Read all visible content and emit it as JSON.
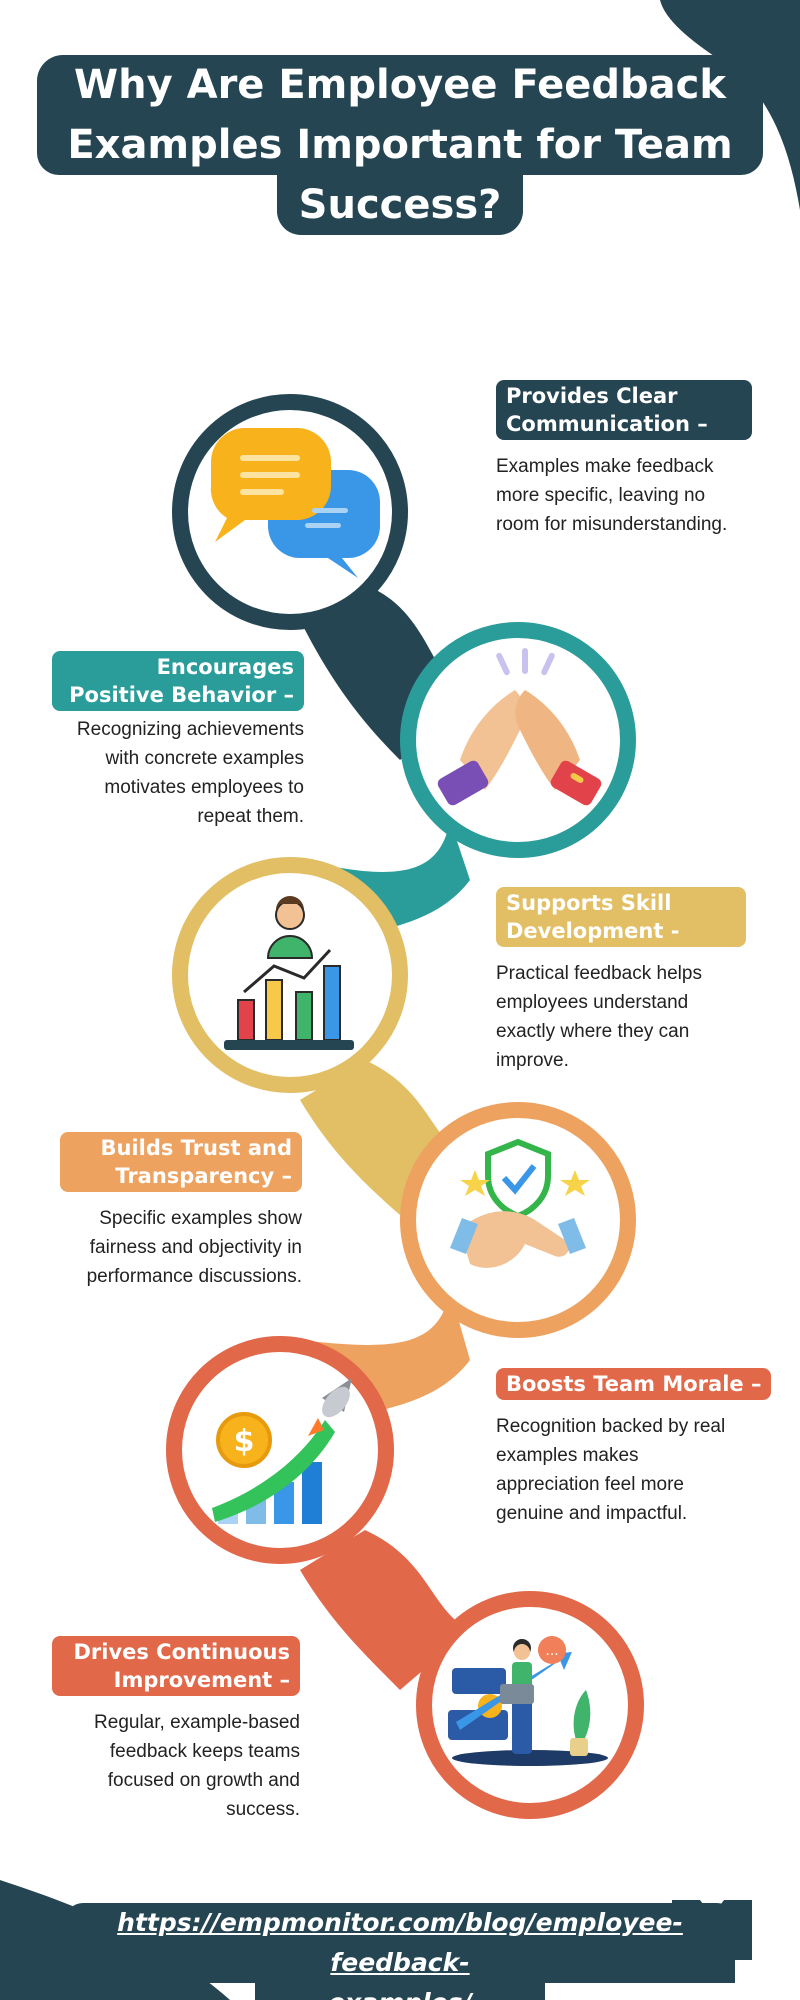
{
  "title": {
    "line1": "Why Are Employee Feedback",
    "line2": "Examples Important for Team",
    "line3": "Success?"
  },
  "steps": [
    {
      "heading": "Provides Clear Communication –",
      "description": "Examples make feedback more specific, leaving no room for misunderstanding.",
      "icon": "chat-bubbles-icon"
    },
    {
      "heading": "Encourages Positive Behavior –",
      "description": "Recognizing achievements with concrete examples motivates employees to repeat them.",
      "icon": "high-five-icon"
    },
    {
      "heading": "Supports Skill Development -",
      "description": "Practical feedback helps employees understand exactly where they can improve.",
      "icon": "growth-chart-icon"
    },
    {
      "heading": "Builds Trust and Transparency –",
      "description": "Specific examples show fairness and objectivity in performance discussions.",
      "icon": "handshake-shield-icon"
    },
    {
      "heading": "Boosts Team Morale –",
      "description": "Recognition backed by real examples makes appreciation feel more genuine and impactful.",
      "icon": "rocket-growth-icon"
    },
    {
      "heading": "Drives Continuous Improvement –",
      "description": "Regular, example-based feedback keeps teams focused on growth and success.",
      "icon": "team-analytics-icon"
    }
  ],
  "footer": {
    "url_line1": "https://empmonitor.com/blog/employee-feedback-",
    "url_line2": "examples/"
  },
  "colors": {
    "dark": "#254552",
    "teal": "#2a9d9a",
    "yellow": "#e2bf64",
    "orange": "#eea25f",
    "red": "#e2684a"
  }
}
